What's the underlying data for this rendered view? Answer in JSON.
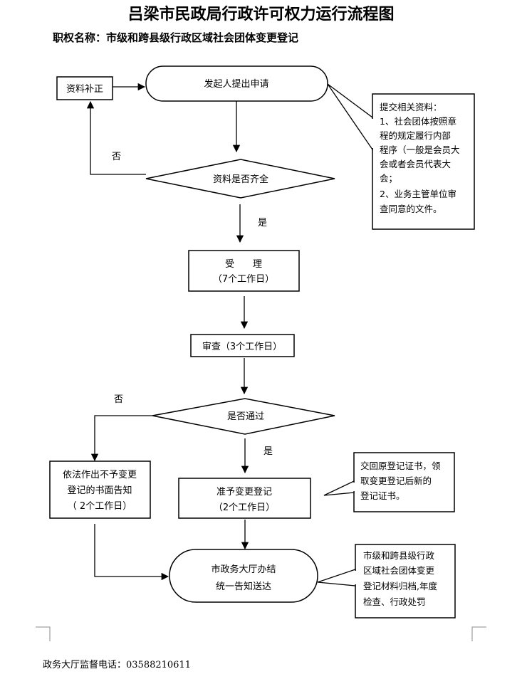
{
  "title": "吕梁市民政局行政许可权力运行流程图",
  "subtitle": "职权名称：市级和跨县级行政区域社会团体变更登记",
  "nodes": {
    "apply": "发起人提出申请",
    "correct": "资料补正",
    "check_complete": "资料是否齐全",
    "accept": [
      "受　　理",
      "（7个工作日）"
    ],
    "review": "审查（3个工作日）",
    "pass": "是否通过",
    "approve": [
      "准予变更登记",
      "（2个工作日）"
    ],
    "reject": [
      "依法作出不予变更",
      "登记的书面告知",
      "（ 2个工作日）"
    ],
    "finish": [
      "市政务大厅办结",
      "统一告知送达"
    ]
  },
  "notes": {
    "materials": [
      "提交相关资料：",
      "1、社会团体按照章",
      "程的规定履行内部",
      "程序（一般是会员大",
      "会或者会员代表大",
      "会；",
      "2、业务主管单位审",
      "查同意的文件。"
    ],
    "certificate": [
      "交回原登记证书，领",
      "取变更登记后新的",
      "登记证书。"
    ],
    "archive": [
      "市级和跨县级行政",
      "区域社会团体变更",
      "登记材料归档,年度",
      "检查、行政处罚"
    ]
  },
  "edge_labels": {
    "no1": "否",
    "yes1": "是",
    "no2": "否",
    "yes2": "是"
  },
  "footer": "政务大厅监督电话：03588210611"
}
